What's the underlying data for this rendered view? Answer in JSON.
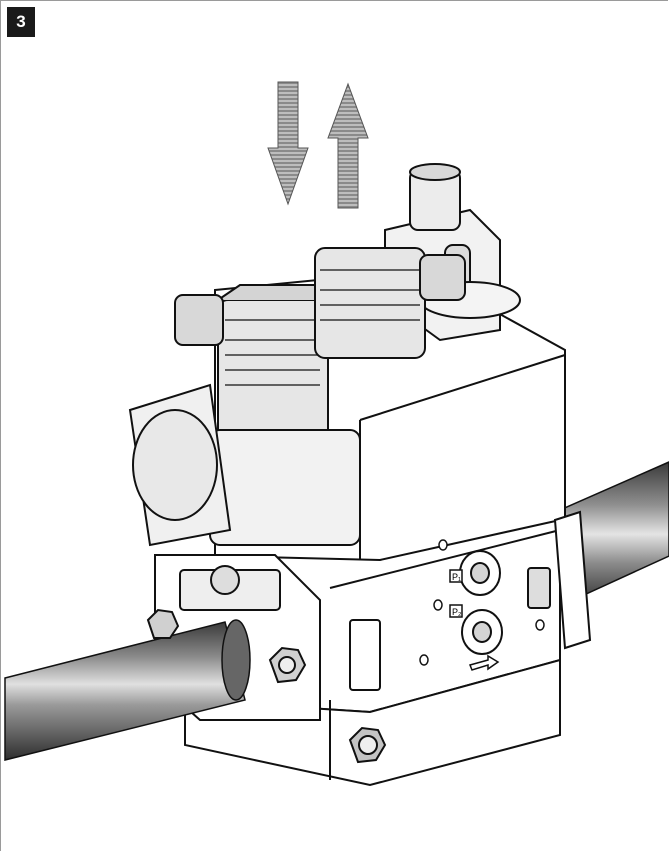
{
  "figure": {
    "step_number": "3"
  },
  "labels": {
    "port_p1": "P₁",
    "port_p2": "P₂"
  },
  "colors": {
    "outline": "#111111",
    "body_fill": "#ffffff",
    "pipe_dark": "#4a4a4a",
    "pipe_light": "#d8d8d8",
    "connector_fill": "#e6e6e6",
    "arrow_dark": "#6f6f6f",
    "arrow_light": "#dcdcdc",
    "badge_bg": "#1a1a1a"
  },
  "icons": {
    "down_arrow": "arrow-down-icon",
    "up_arrow": "arrow-up-icon",
    "flow_arrow": "flow-direction-arrow-icon"
  }
}
